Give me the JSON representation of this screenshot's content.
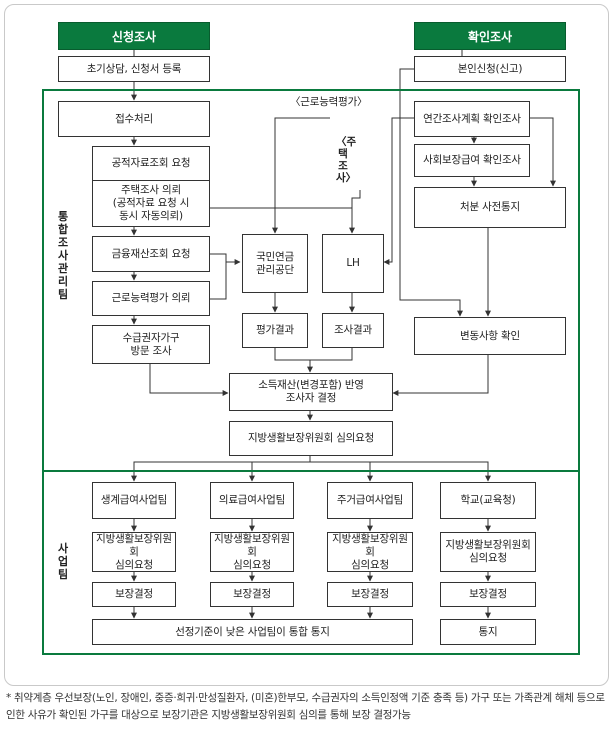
{
  "headers": {
    "application": "신청조사",
    "verification": "확인조사"
  },
  "regions": {
    "integrated": "통합조사관리팀",
    "business": "사업팀"
  },
  "labels": {
    "work_capacity": "〈근로능력평가〉",
    "housing": "〈주택조사〉"
  },
  "boxes": {
    "initial_consult": "초기상담, 신청서 등록",
    "self_application": "본인신청(신고)",
    "intake": "접수처리",
    "public_data": "공적자료조회 요청",
    "housing_request": "주택조사 의뢰\n(공적자료 요청 시\n동시 자동의뢰)",
    "financial": "금융재산조회 요청",
    "work_request": "근로능력평가 의뢰",
    "visit": "수급권자가구\n방문 조사",
    "nps": "국민연금\n관리공단",
    "lh": "LH",
    "eval_result": "평가결과",
    "survey_result": "조사결과",
    "annual_plan": "연간조사계획 확인조사",
    "social_security": "사회보장급여 확인조사",
    "prior_notice": "처분 사전통지",
    "change_check": "변동사항 확인",
    "income_reflect": "소득재산(변경포함) 반영\n조사자 결정",
    "committee_request": "지방생활보장위원회 심의요청"
  },
  "teams": [
    {
      "name": "생계급여사업팀",
      "review": "지방생활보장위원회\n심의요청",
      "decision": "보장결정"
    },
    {
      "name": "의료급여사업팀",
      "review": "지방생활보장위원회\n심의요청",
      "decision": "보장결정"
    },
    {
      "name": "주거급여사업팀",
      "review": "지방생활보장위원회\n심의요청",
      "decision": "보장결정"
    },
    {
      "name": "학교(교육청)",
      "review": "지방생활보장위원회\n심의요청",
      "decision": "보장결정"
    }
  ],
  "final": {
    "combined_notice": "선정기준이 낮은 사업팀이 통합 통지",
    "school_notice": "통지"
  },
  "footnote": "* 취약계층 우선보장(노인, 장애인, 중증·희귀·만성질환자, (미혼)한부모, 수급권자의 소득인정액 기준 충족 등) 가구 또는 가족관계 해체 등으로 인한 사유가 확인된 가구를 대상으로 보장기관은 지방생활보장위원회 심의를 통해 보장 결정가능"
}
